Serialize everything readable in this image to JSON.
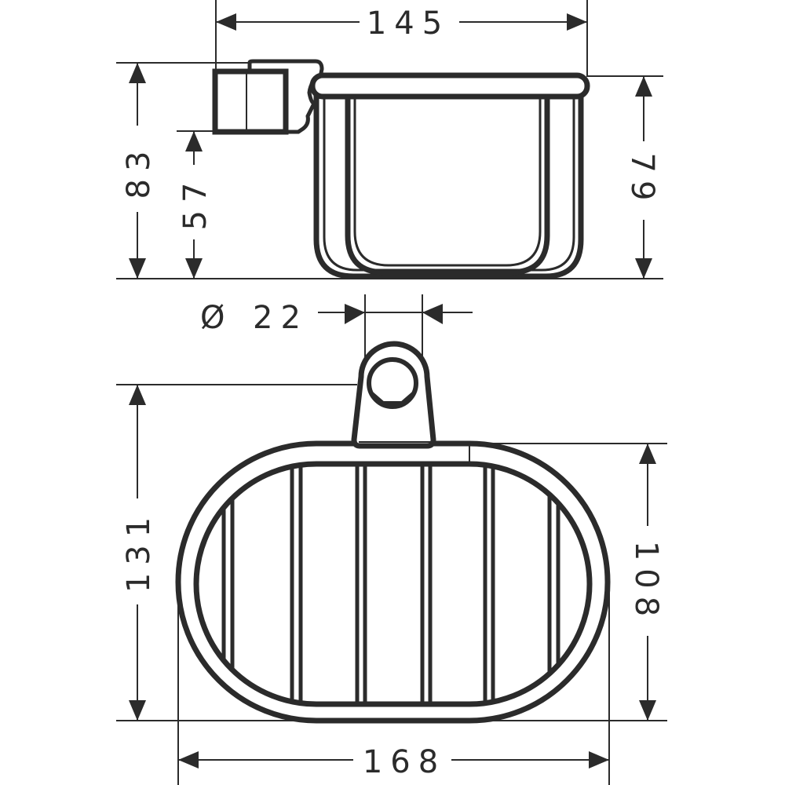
{
  "drawing": {
    "units_note_visible": false,
    "dimensions": {
      "top_width": "145",
      "overall_height": "83",
      "clamp_height": "57",
      "basket_height": "79",
      "diameter_symbol": "Ø",
      "diameter": "22",
      "overall_depth": "131",
      "basket_depth": "108",
      "overall_width": "168"
    },
    "line_color": "#2b2b2b"
  }
}
